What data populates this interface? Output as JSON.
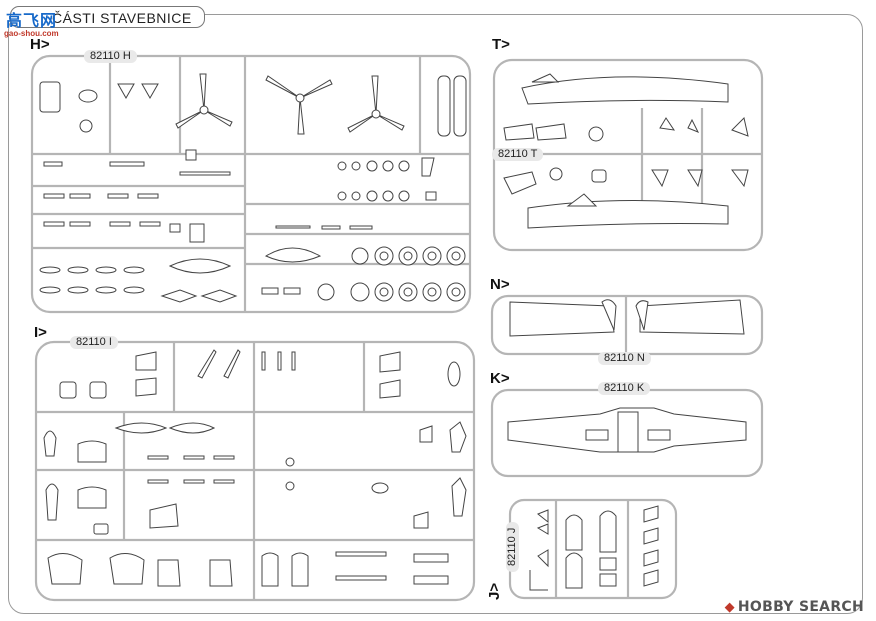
{
  "header": {
    "title": "ČÁSTI STAVEBNICE"
  },
  "watermark_top": {
    "text": "高飞网",
    "sub": "gao-shou.com"
  },
  "watermark_bottom": {
    "icon": "hobby-search-logo-icon",
    "brand_part1": "HOBBY",
    "brand_part2": "SEARCH"
  },
  "sprues": [
    {
      "section": "H>",
      "code": "82110 H"
    },
    {
      "section": "T>",
      "code": "82110 T"
    },
    {
      "section": "N>",
      "code": "82110 N"
    },
    {
      "section": "K>",
      "code": "82110 K"
    },
    {
      "section": "I>",
      "code": "82110 I"
    },
    {
      "section": "J>",
      "code": "82110 J"
    }
  ],
  "colors": {
    "frame": "#9a9a9a",
    "sprue": "#b5b5b5",
    "part": "#444444",
    "watermark_blue": "#1769c9",
    "watermark_red": "#c0392b"
  }
}
